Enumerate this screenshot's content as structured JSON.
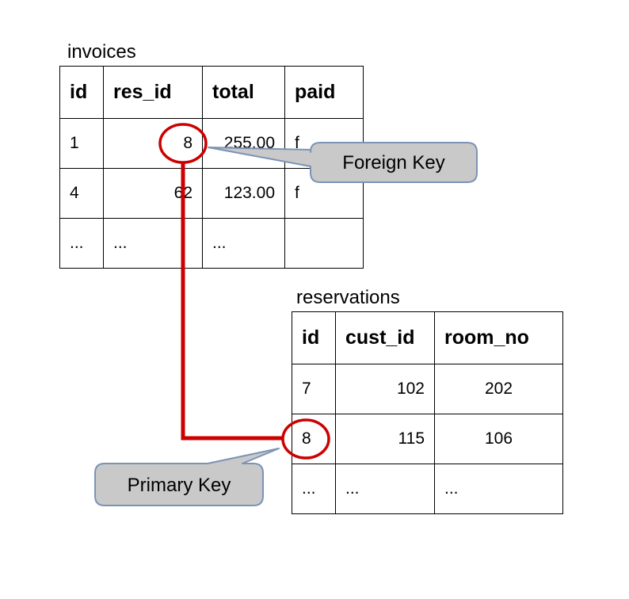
{
  "diagram": {
    "invoices": {
      "title": "invoices",
      "headers": [
        "id",
        "res_id",
        "total",
        "paid"
      ],
      "rows": [
        [
          "1",
          "8",
          "255.00",
          "f"
        ],
        [
          "4",
          "62",
          "123.00",
          "f"
        ],
        [
          "...",
          "...",
          "...",
          ""
        ]
      ]
    },
    "reservations": {
      "title": "reservations",
      "headers": [
        "id",
        "cust_id",
        "room_no"
      ],
      "rows": [
        [
          "7",
          "102",
          "202"
        ],
        [
          "8",
          "115",
          "106"
        ],
        [
          "...",
          "...",
          "..."
        ]
      ]
    },
    "callouts": {
      "foreign_key": "Foreign Key",
      "primary_key": "Primary Key"
    },
    "colors": {
      "highlight_red": "#cc0000",
      "callout_fill": "#c9c9c9",
      "callout_border": "#7b93b5"
    }
  }
}
